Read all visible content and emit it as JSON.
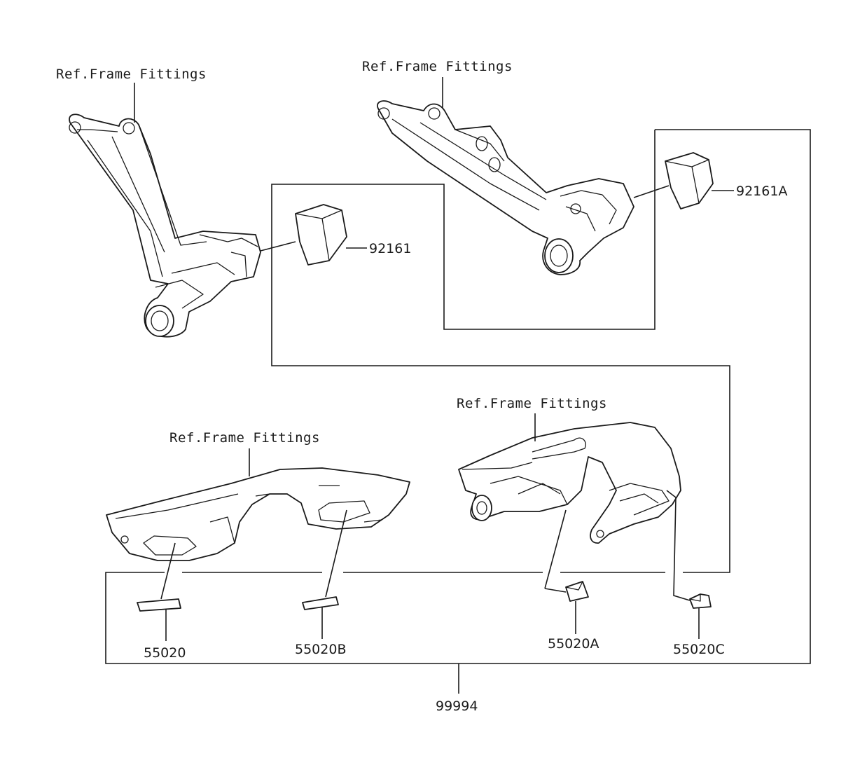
{
  "labels": {
    "ref_frame_1": "Ref.Frame Fittings",
    "ref_frame_2": "Ref.Frame Fittings",
    "ref_frame_3": "Ref.Frame Fittings",
    "ref_frame_4": "Ref.Frame Fittings"
  },
  "parts": {
    "p92161": "92161",
    "p92161A": "92161A",
    "p55020": "55020",
    "p55020B": "55020B",
    "p55020A": "55020A",
    "p55020C": "55020C",
    "p99994": "99994"
  }
}
